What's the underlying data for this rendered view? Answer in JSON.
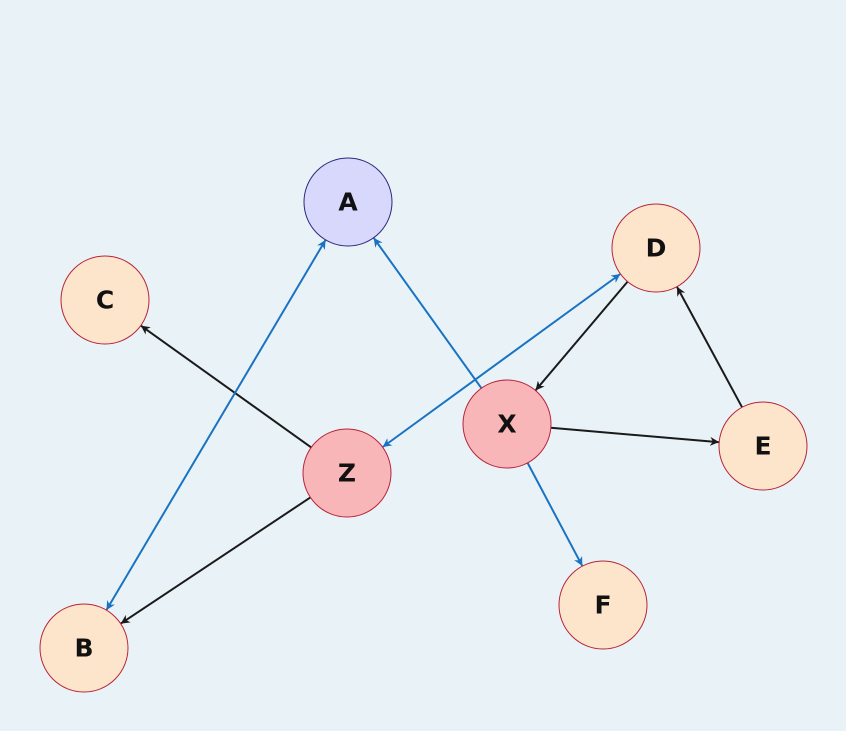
{
  "colors": {
    "background": "#e9f3f7",
    "black_edge": "#1a1a1a",
    "blue_edge": "#1a73c2"
  },
  "nodes": [
    {
      "id": "A",
      "label": "A",
      "fill": "#d8d8fd",
      "stroke": "#2a2a7a"
    },
    {
      "id": "B",
      "label": "B",
      "fill": "#fde5cc",
      "stroke": "#b8243a"
    },
    {
      "id": "C",
      "label": "C",
      "fill": "#fde5cc",
      "stroke": "#b8243a"
    },
    {
      "id": "D",
      "label": "D",
      "fill": "#fde5cc",
      "stroke": "#b8243a"
    },
    {
      "id": "E",
      "label": "E",
      "fill": "#fde5cc",
      "stroke": "#b8243a"
    },
    {
      "id": "F",
      "label": "F",
      "fill": "#fde5cc",
      "stroke": "#b8243a"
    },
    {
      "id": "X",
      "label": "X",
      "fill": "#f8b6b8",
      "stroke": "#b8243a"
    },
    {
      "id": "Z",
      "label": "Z",
      "fill": "#f8b6b8",
      "stroke": "#b8243a"
    }
  ],
  "edges": [
    {
      "from": "Z",
      "to": "C",
      "color": "black",
      "bidirectional": false
    },
    {
      "from": "Z",
      "to": "B",
      "color": "black",
      "bidirectional": false
    },
    {
      "from": "B",
      "to": "A",
      "color": "blue",
      "bidirectional": true
    },
    {
      "from": "Z",
      "to": "D",
      "color": "blue",
      "bidirectional": true
    },
    {
      "from": "X",
      "to": "A",
      "color": "blue",
      "bidirectional": false
    },
    {
      "from": "X",
      "to": "F",
      "color": "blue",
      "bidirectional": false
    },
    {
      "from": "D",
      "to": "X",
      "color": "black",
      "bidirectional": false
    },
    {
      "from": "X",
      "to": "E",
      "color": "black",
      "bidirectional": false
    },
    {
      "from": "E",
      "to": "D",
      "color": "black",
      "bidirectional": false
    }
  ]
}
